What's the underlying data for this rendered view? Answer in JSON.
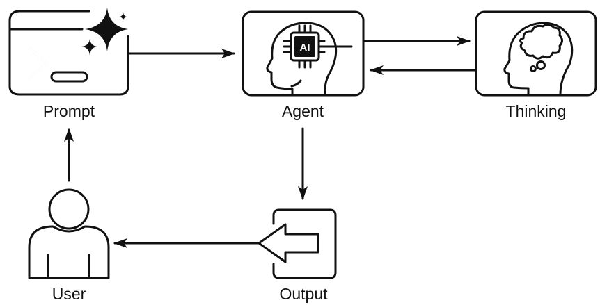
{
  "diagram": {
    "title": "AI agent workflow",
    "stroke_color": "#111111",
    "background_color": "#ffffff",
    "nodes": [
      {
        "id": "prompt",
        "label": "Prompt",
        "icon": "terminal-sparkle-icon"
      },
      {
        "id": "agent",
        "label": "Agent",
        "icon": "ai-head-icon",
        "chip_text": "AI"
      },
      {
        "id": "thinking",
        "label": "Thinking",
        "icon": "thinking-head-icon"
      },
      {
        "id": "output",
        "label": "Output",
        "icon": "output-arrow-icon"
      },
      {
        "id": "user",
        "label": "User",
        "icon": "user-icon"
      }
    ],
    "edges": [
      {
        "from": "prompt",
        "to": "agent"
      },
      {
        "from": "agent",
        "to": "thinking"
      },
      {
        "from": "thinking",
        "to": "agent"
      },
      {
        "from": "agent",
        "to": "output"
      },
      {
        "from": "output",
        "to": "user"
      },
      {
        "from": "user",
        "to": "prompt"
      }
    ]
  }
}
